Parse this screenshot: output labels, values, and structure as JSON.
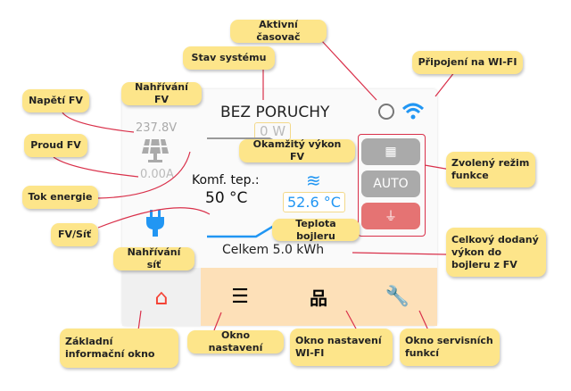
{
  "screen": {
    "status": "BEZ PORUCHY",
    "voltage": "237.8V",
    "current": "0.00A",
    "power": "0 W",
    "comfort_label": "Komf. tep.:",
    "comfort_value": "50 °C",
    "boiler_temp": "52.6 °C",
    "total": "Celkem 5.0 kWh",
    "mode_auto": "AUTO"
  },
  "labels": {
    "timer": "Aktivní časovač",
    "status": "Stav systému",
    "wifi": "Připojení na WI-FI",
    "voltage": "Napětí FV",
    "heating_pv": "Nahřívání FV",
    "current": "Proud FV",
    "power": "Okamžitý výkon FV",
    "mode": "Zvolený režim funkce",
    "flow": "Tok energie",
    "source": "FV/Síť",
    "boiler": "Teplota bojleru",
    "heating_grid": "Nahřívání síť",
    "total": "Celkový dodaný výkon do bojleru z FV",
    "home": "Základní informační okno",
    "settings": "Okno nastavení",
    "wifi_settings": "Okno nastavení WI-FI",
    "service": "Okno servisních funkcí"
  },
  "colors": {
    "accent": "#2196f3",
    "alert": "#e57373",
    "label": "#fde58a",
    "nav": "#fde0b8",
    "arrow": "#d9304a"
  }
}
